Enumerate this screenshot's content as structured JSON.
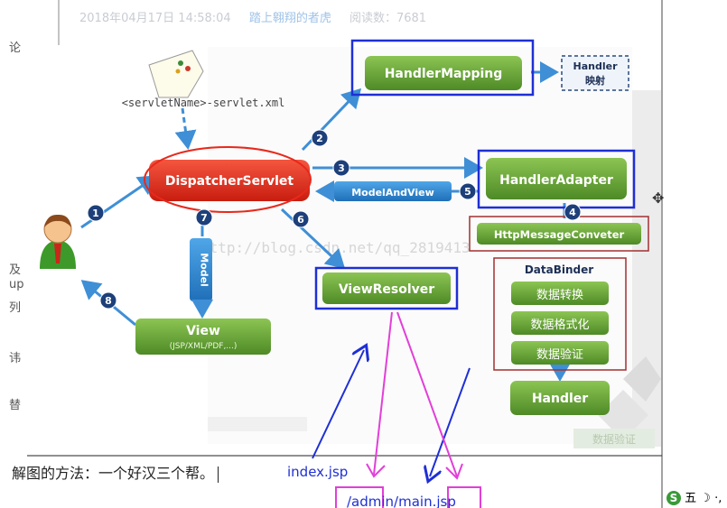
{
  "meta": {
    "date": "2018年04月17日 14:58:04",
    "author": "踏上翱翔的者虎",
    "reads": "阅读数：7681"
  },
  "left_fragments": [
    "论",
    "及",
    "up",
    "列",
    "讳",
    "替"
  ],
  "diagram": {
    "config_file": "<servletName>-servlet.xml",
    "dispatcher": "DispatcherServlet",
    "handler_mapping": "HandlerMapping",
    "handler_map_note": [
      "Handler",
      "映射"
    ],
    "handler_adapter": "HandlerAdapter",
    "model_and_view": "ModelAndView",
    "http_message_converter": "HttpMessageConveter",
    "data_binder": "DataBinder",
    "binder_steps": [
      "数据转换",
      "数据格式化",
      "数据验证"
    ],
    "handler": "Handler",
    "view_resolver": "ViewResolver",
    "view": "View",
    "view_sub": "(JSP/XML/PDF,...)",
    "model": "Model",
    "step_numbers": [
      "1",
      "2",
      "3",
      "4",
      "5",
      "6",
      "7",
      "8"
    ],
    "watermark": "http://blog.csdn.net/qq_2819413",
    "faint_bottom": "数据验证"
  },
  "annotations": {
    "index_jsp": "index.jsp",
    "admin_main": "/admin/main.jsp"
  },
  "caption": "解图的方法：一个好汉三个帮。",
  "ime": {
    "mode": "五"
  },
  "colors": {
    "dispatcher_red": "#e8291c",
    "green": "#6aa83a",
    "step_blue": "#1d3f7a",
    "arrow_blue": "#3f8fd6",
    "annot_blue": "#1e2fd6",
    "annot_magenta": "#e23fd8"
  }
}
